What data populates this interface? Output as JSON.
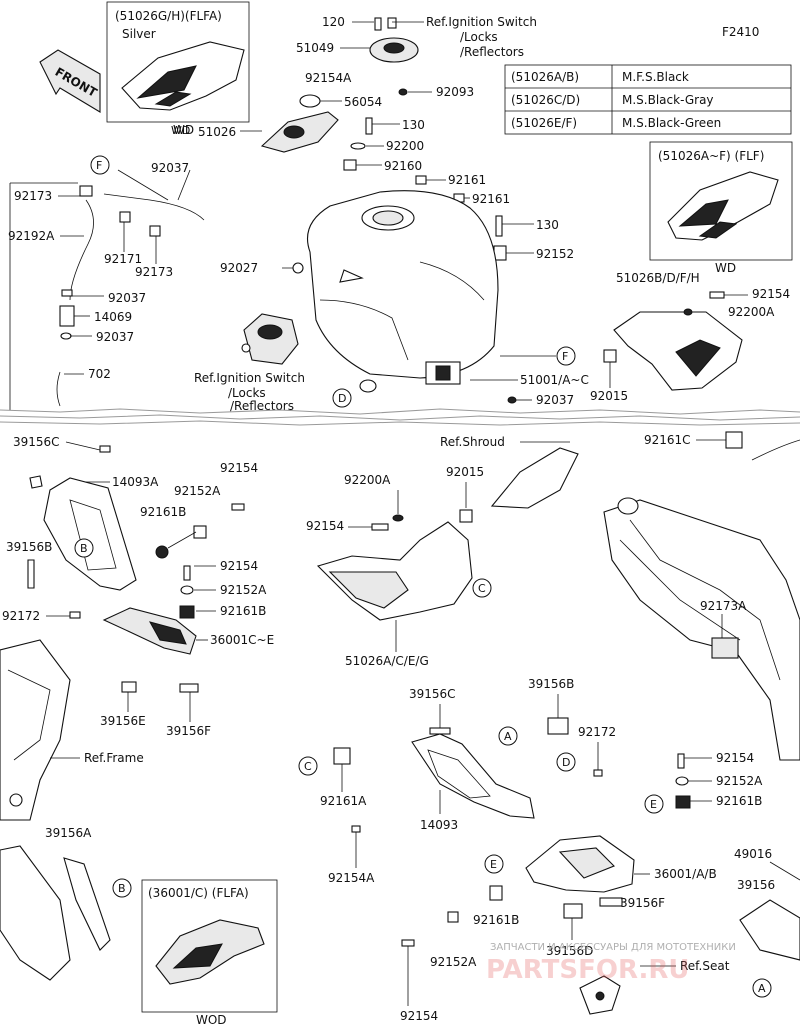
{
  "figure_code": "F2410",
  "color_table": [
    {
      "code": "(51026A/B)",
      "color": "M.F.S.Black"
    },
    {
      "code": "(51026C/D)",
      "color": "M.S.Black-Gray"
    },
    {
      "code": "(51026E/F)",
      "color": "M.S.Black-Green"
    }
  ],
  "insets": {
    "top_left": {
      "line1": "(51026G/H)(FLFA)",
      "line2": "Silver",
      "caption": "WD"
    },
    "right": {
      "title": "(51026A~F) (FLF)",
      "caption": "WD"
    },
    "bottom_left": {
      "title": "(36001/C) (FLFA)",
      "caption": "WOD"
    }
  },
  "front_arrow": "FRONT",
  "labels": {
    "l120": "120",
    "ref_ignition_1": "Ref.Ignition Switch",
    "locks_1": "/Locks",
    "reflectors_1": "/Reflectors",
    "l51049": "51049",
    "l92154A_top": "92154A",
    "l92093": "92093",
    "l56054": "56054",
    "l51026": "51026",
    "l130_a": "130",
    "l92200": "92200",
    "l92160": "92160",
    "l92161_a": "92161",
    "l92161_b": "92161",
    "l130_b": "130",
    "l92152": "92152",
    "l92037_a": "92037",
    "l92173_a": "92173",
    "l92192A": "92192A",
    "l92171": "92171",
    "l92173_b": "92173",
    "l92037_b": "92037",
    "l14069": "14069",
    "l92037_c": "92037",
    "l702": "702",
    "l92027": "92027",
    "ref_ignition_2": "Ref.Ignition Switch",
    "locks_2": "/Locks",
    "reflectors_2": "/Reflectors",
    "l51001": "51001/A~C",
    "l92037_d": "92037",
    "l51026BDFH": "51026B/D/F/H",
    "l92154_r": "92154",
    "l92200A_r": "92200A",
    "l92015_r": "92015",
    "l92161C": "92161C",
    "ref_shroud": "Ref.Shroud",
    "l39156C_l": "39156C",
    "l14093A": "14093A",
    "l92154_l": "92154",
    "l92152A_l": "92152A",
    "l92161B_l": "92161B",
    "l39156B_l": "39156B",
    "l92154_l2": "92154",
    "l92152A_l2": "92152A",
    "l92161B_l2": "92161B",
    "l92172_l": "92172",
    "l36001CE": "36001C~E",
    "l39156E": "39156E",
    "l39156F_l": "39156F",
    "ref_frame": "Ref.Frame",
    "l39156A": "39156A",
    "l92200A_m": "92200A",
    "l92015_m": "92015",
    "l92154_m": "92154",
    "l51026ACEG": "51026A/C/E/G",
    "l92173A": "92173A",
    "l39156C_m": "39156C",
    "l39156B_m": "39156B",
    "l92172_m": "92172",
    "l92161A": "92161A",
    "l14093": "14093",
    "l92154A_m": "92154A",
    "l92154_br": "92154",
    "l92152A_br": "92152A",
    "l92161B_br": "92161B",
    "l49016": "49016",
    "l36001AB": "36001/A/B",
    "l39156": "39156",
    "l39156F_b": "39156F",
    "l92161B_b": "92161B",
    "l92152A_b": "92152A",
    "l39156D": "39156D",
    "l92154_b": "92154",
    "ref_seat": "Ref.Seat"
  },
  "callouts": {
    "F1": "F",
    "F2": "F",
    "D1": "D",
    "D2": "D",
    "B1": "B",
    "B2": "B",
    "C1": "C",
    "C2": "C",
    "A1": "A",
    "A2": "A",
    "E1": "E",
    "E2": "E"
  },
  "watermark": "ЗАПЧАСТИ И АКСЕССУАРЫ ДЛЯ МОТОТЕХНИКИ",
  "watermark_brand": "PARTSFOR.RU"
}
